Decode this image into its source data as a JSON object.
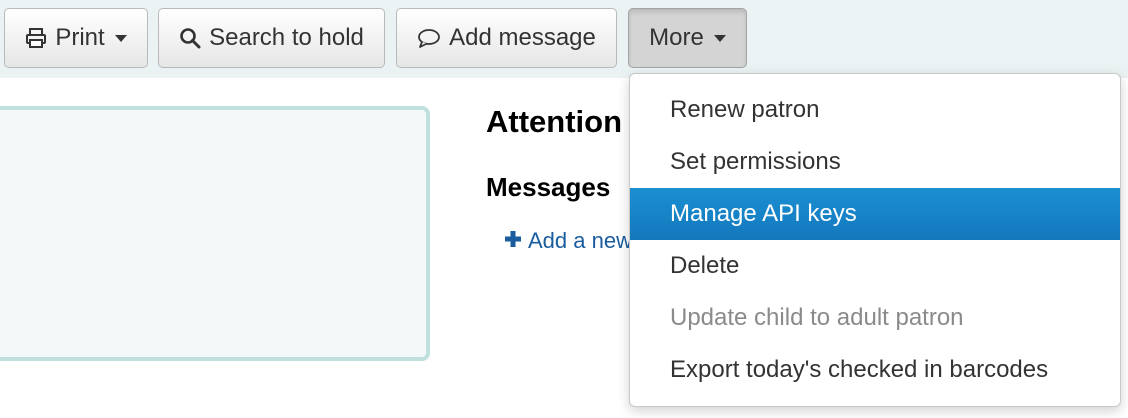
{
  "toolbar": {
    "print_label": "Print",
    "search_hold_label": "Search to hold",
    "add_message_label": "Add message",
    "more_label": "More"
  },
  "main": {
    "attention_heading": "Attention",
    "messages_heading": "Messages",
    "add_new_link": "Add a new"
  },
  "more_menu": {
    "items": [
      {
        "label": "Renew patron",
        "state": "normal"
      },
      {
        "label": "Set permissions",
        "state": "normal"
      },
      {
        "label": "Manage API keys",
        "state": "highlighted"
      },
      {
        "label": "Delete",
        "state": "normal"
      },
      {
        "label": "Update child to adult patron",
        "state": "disabled"
      },
      {
        "label": "Export today's checked in barcodes",
        "state": "normal"
      }
    ]
  },
  "icons": {
    "print": "print-icon",
    "search": "search-icon",
    "message": "speech-bubble-icon",
    "add": "plus-icon",
    "caret": "caret-down-icon"
  },
  "colors": {
    "highlight": "#1b8fd2",
    "link": "#1a5c9e",
    "panel_border": "#bfe0dc"
  }
}
